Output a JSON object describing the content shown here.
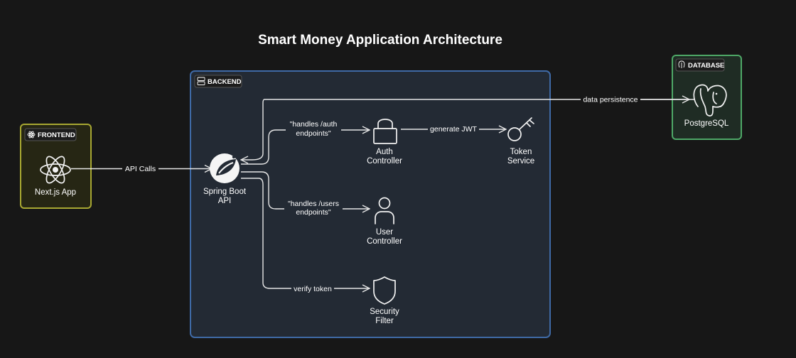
{
  "title": "Smart Money Application Architecture",
  "groups": {
    "frontend": {
      "tag": "FRONTEND",
      "color": "#a8a832"
    },
    "backend": {
      "tag": "BACKEND",
      "color": "#3f6aa6"
    },
    "database": {
      "tag": "DATABASE",
      "color": "#4ea867"
    }
  },
  "nodes": {
    "nextjs": {
      "line1": "Next.js App",
      "icon": "react-icon"
    },
    "spring": {
      "line1": "Spring Boot",
      "line2": "API",
      "icon": "spring-icon"
    },
    "auth": {
      "line1": "Auth",
      "line2": "Controller",
      "icon": "lock-icon"
    },
    "token": {
      "line1": "Token",
      "line2": "Service",
      "icon": "key-icon"
    },
    "user": {
      "line1": "User",
      "line2": "Controller",
      "icon": "user-icon"
    },
    "security": {
      "line1": "Security",
      "line2": "Filter",
      "icon": "shield-icon"
    },
    "postgres": {
      "line1": "PostgreSQL",
      "icon": "postgresql-icon"
    }
  },
  "edges": {
    "api_calls": "API Calls",
    "data_persistence": "data persistence",
    "handles_auth_1": "\"handles /auth",
    "handles_auth_2": "endpoints\"",
    "generate_jwt": "generate JWT",
    "handles_users_1": "\"handles /users",
    "handles_users_2": "endpoints\"",
    "verify_token": "verify token"
  },
  "colors": {
    "background": "#171717",
    "group_fill": "#232a34",
    "line": "#e6e6e6"
  }
}
